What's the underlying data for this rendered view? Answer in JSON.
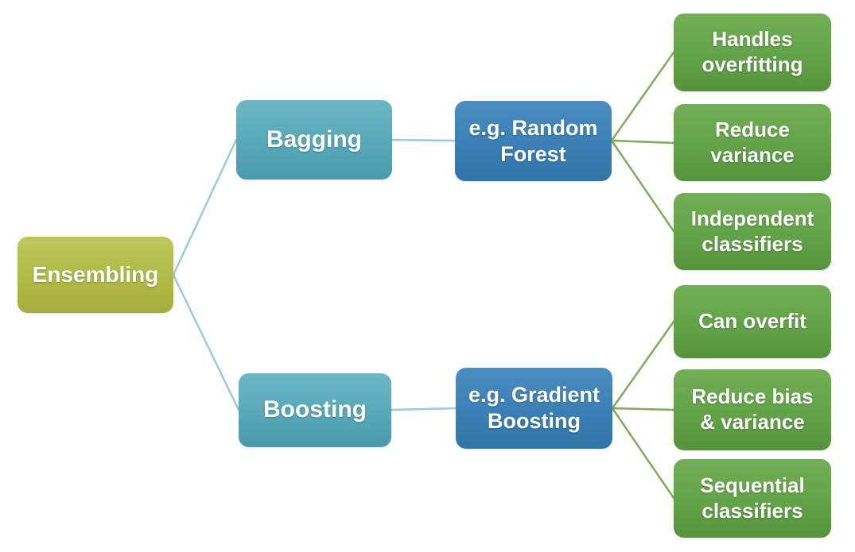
{
  "diagram": {
    "type": "tree",
    "root": "Ensembling",
    "branches": [
      {
        "method": "Bagging",
        "example": "e.g. Random\nForest",
        "properties": [
          "Handles\noverfitting",
          "Reduce\nvariance",
          "Independent\nclassifiers"
        ]
      },
      {
        "method": "Boosting",
        "example": "e.g. Gradient\nBoosting",
        "properties": [
          "Can overfit",
          "Reduce bias\n& variance",
          "Sequential\nclassifiers"
        ]
      }
    ],
    "colors": {
      "root_fill": "#b0ba45",
      "method_fill": "#57a8b8",
      "example_fill": "#3a80b4",
      "property_fill": "#63a348",
      "teal_connector": "#9ccbd8",
      "green_connector": "#7dad5c",
      "text": "#ffffff",
      "background": "#ffffff"
    }
  }
}
